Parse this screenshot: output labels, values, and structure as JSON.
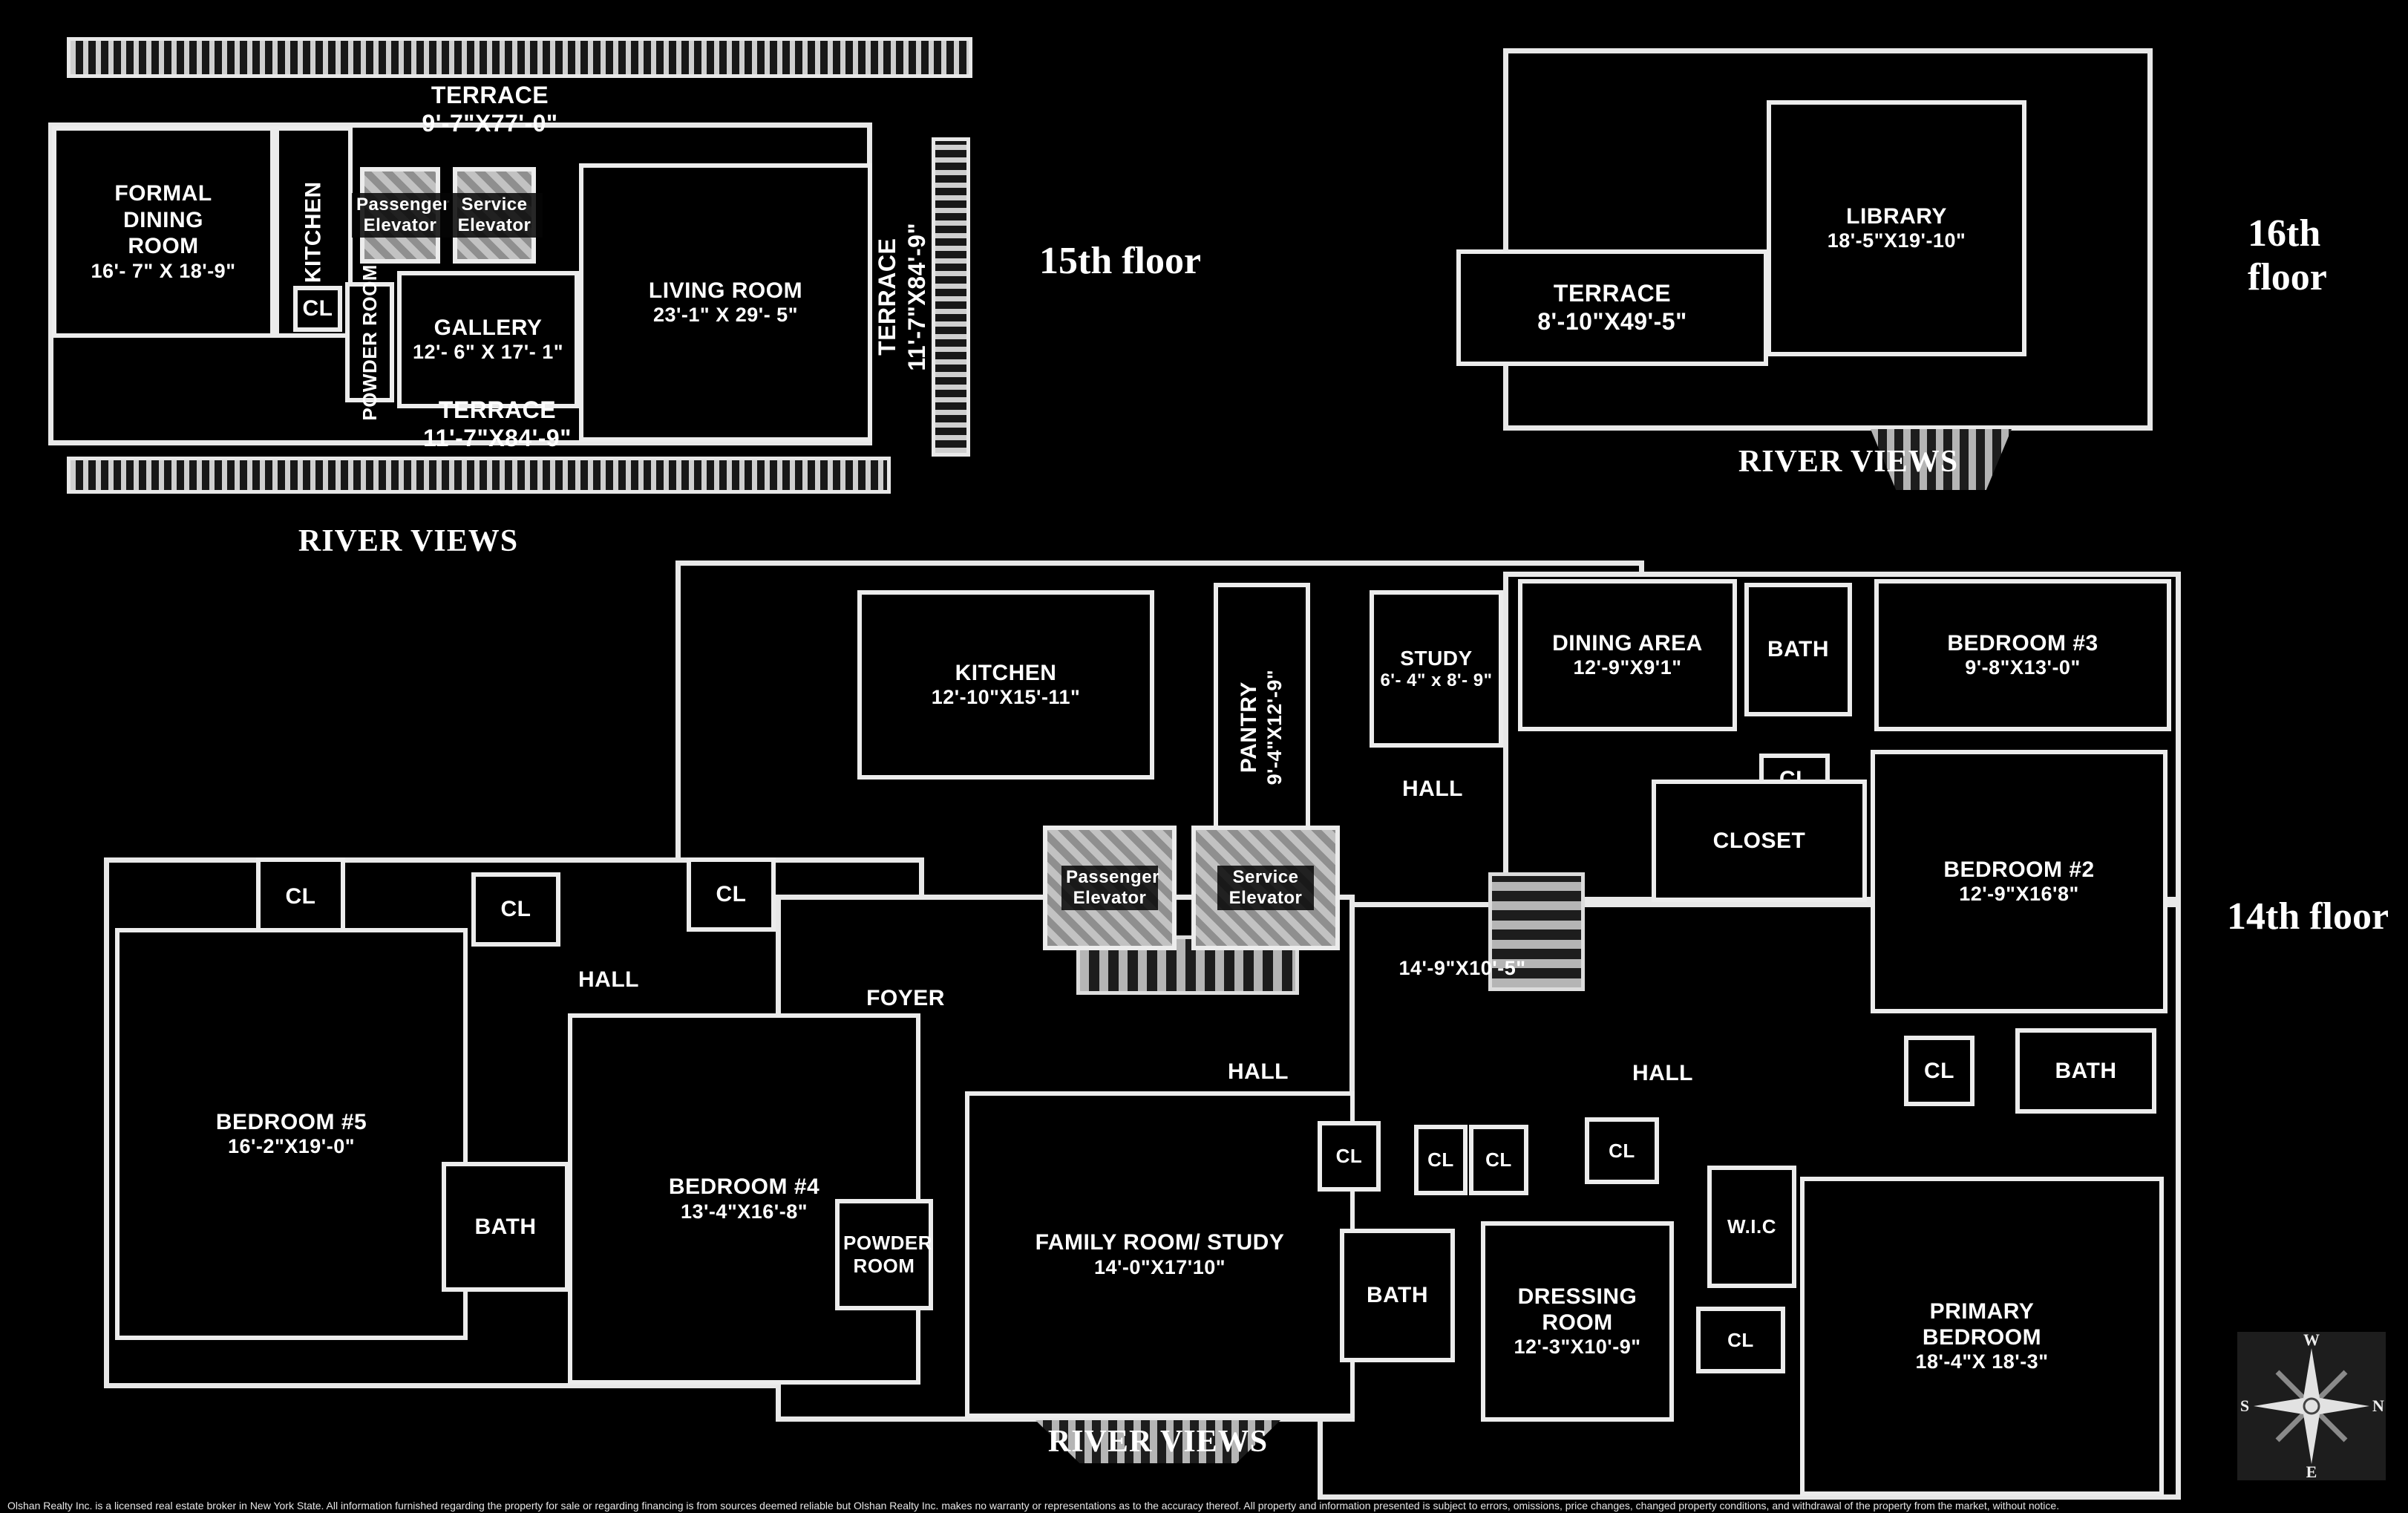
{
  "colors": {
    "background": "#000000",
    "walls": "#ececec",
    "text": "#ffffff"
  },
  "f15": {
    "floor_label": "15th floor",
    "river_views": "RIVER VIEWS",
    "terrace_top": {
      "name": "TERRACE",
      "dims": "9'-7\"X77'-0\""
    },
    "formal_dining": {
      "name": "FORMAL DINING ROOM",
      "dims": "16'- 7\" X 18'-9\""
    },
    "kitchen": {
      "name": "KITCHEN"
    },
    "passenger_elevator": {
      "name": "Passenger Elevator"
    },
    "service_elevator": {
      "name": "Service Elevator"
    },
    "cl": {
      "name": "CL"
    },
    "powder_room": {
      "name": "POWDER ROOM"
    },
    "gallery": {
      "name": "GALLERY",
      "dims": "12'- 6\" X 17'- 1\""
    },
    "living_room": {
      "name": "LIVING ROOM",
      "dims": "23'-1\" X 29'- 5\""
    },
    "terrace_bottom": {
      "name": "TERRACE",
      "dims": "11'-7\"X84'-9\""
    },
    "terrace_right": {
      "name": "TERRACE",
      "dims": "11'-7\"X84'-9\""
    }
  },
  "f16": {
    "floor_label": "16th floor",
    "river_views": "RIVER VIEWS",
    "library": {
      "name": "LIBRARY",
      "dims": "18'-5\"X19'-10\""
    },
    "terrace": {
      "name": "TERRACE",
      "dims": "8'-10\"X49'-5\""
    }
  },
  "f14": {
    "floor_label": "14th floor",
    "river_views": "RIVER VIEWS",
    "kitchen": {
      "name": "KITCHEN",
      "dims": "12'-10\"X15'-11\""
    },
    "pantry": {
      "name": "PANTRY",
      "dims": "9'-4\"X12'-9\""
    },
    "study": {
      "name": "STUDY",
      "dims": "6'- 4\" x 8'- 9\""
    },
    "dining_area": {
      "name": "DINING AREA",
      "dims": "12'-9\"X9'1\""
    },
    "bath_top": {
      "name": "BATH"
    },
    "bedroom3": {
      "name": "BEDROOM #3",
      "dims": "9'-8\"X13'-0\""
    },
    "hall_top": {
      "name": "HALL"
    },
    "cl_top": {
      "name": "CL"
    },
    "closet": {
      "name": "CLOSET"
    },
    "bedroom2": {
      "name": "BEDROOM #2",
      "dims": "12'-9\"X16'8\""
    },
    "passenger_elevator": {
      "name": "Passenger Elevator"
    },
    "service_elevator": {
      "name": "Service Elevator"
    },
    "hall_dims": {
      "dims": "14'-9\"X10'-5\""
    },
    "cl_left1": {
      "name": "CL"
    },
    "cl_left2": {
      "name": "CL"
    },
    "cl_left3": {
      "name": "CL"
    },
    "hall_left": {
      "name": "HALL"
    },
    "foyer": {
      "name": "FOYER"
    },
    "bedroom5": {
      "name": "BEDROOM #5",
      "dims": "16'-2\"X19'-0\""
    },
    "bedroom4": {
      "name": "BEDROOM #4",
      "dims": "13'-4\"X16'-8\""
    },
    "bath_left": {
      "name": "BATH"
    },
    "powder_room": {
      "name": "POWDER ROOM"
    },
    "hall_center": {
      "name": "HALL"
    },
    "hall_right": {
      "name": "HALL"
    },
    "cl_hall_right": {
      "name": "CL"
    },
    "bath_right": {
      "name": "BATH"
    },
    "family_room": {
      "name": "FAMILY ROOM/ STUDY",
      "dims": "14'-0\"X17'10\""
    },
    "cl_c1": {
      "name": "CL"
    },
    "cl_c2": {
      "name": "CL"
    },
    "cl_c3": {
      "name": "CL"
    },
    "bath_center": {
      "name": "BATH"
    },
    "cl_dressing": {
      "name": "CL"
    },
    "dressing_room": {
      "name": "DRESSING ROOM",
      "dims": "12'-3\"X10'-9\""
    },
    "wic": {
      "name": "W.I.C"
    },
    "cl_wic": {
      "name": "CL"
    },
    "primary_bedroom": {
      "name": "PRIMARY BEDROOM",
      "dims": "18'-4\"X 18'-3\""
    }
  },
  "compass": {
    "n": "N",
    "e": "E",
    "s": "S",
    "w": "W"
  },
  "footer": {
    "disclaimer": "Olshan Realty Inc. is a licensed real estate broker in New York State. All information furnished regarding the property for sale or regarding financing is from sources deemed reliable but Olshan Realty Inc. makes no warranty or representations as to the accuracy thereof. All property and information presented is subject to errors, omissions, price changes, changed property conditions, and withdrawal of the property from the market, without notice."
  }
}
